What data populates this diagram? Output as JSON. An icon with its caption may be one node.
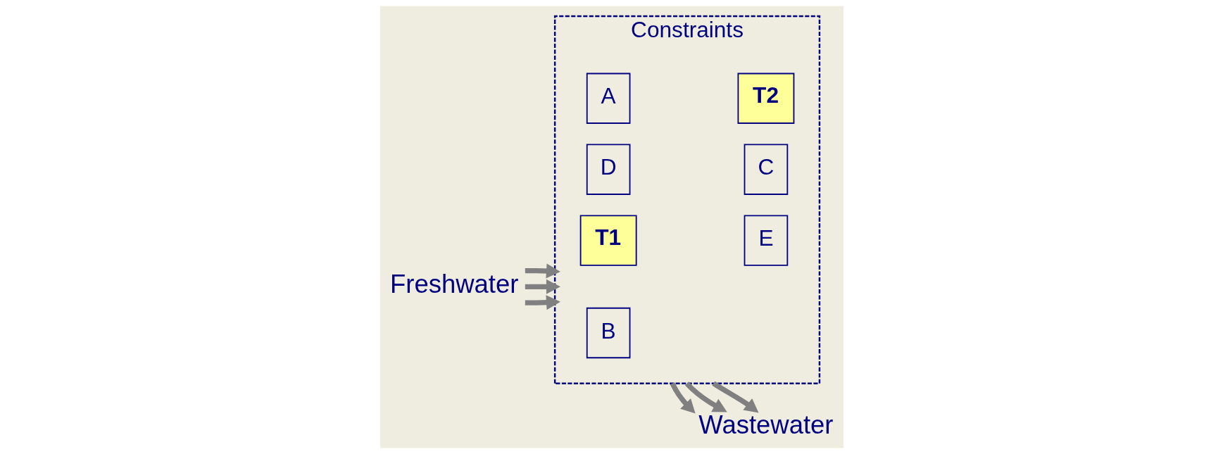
{
  "diagram": {
    "nodes": [
      {
        "text": [
          "Freshwater"
        ]
      },
      {
        "text": [
          "Constraints"
        ]
      },
      {
        "text": [
          "A"
        ],
        "in": 1
      },
      {
        "text": [
          "D"
        ],
        "in": 1
      },
      {
        "text": [
          "T1"
        ],
        "in": 1
      },
      {
        "text": [
          "B"
        ],
        "in": 1
      },
      {
        "text": [
          "T2"
        ],
        "in": 1
      },
      {
        "text": [
          "C"
        ],
        "in": 1
      },
      {
        "text": [
          "E"
        ],
        "in": 1
      },
      {
        "text": [
          "Wastewater"
        ]
      }
    ],
    "edges": [
      {
        "from": 0,
        "to": 1,
        "arrow": "to"
      },
      {
        "from": 0,
        "to": 1,
        "arrow": "to"
      },
      {
        "from": 0,
        "to": 1,
        "arrow": "to"
      },
      {
        "from": 1,
        "to": 9,
        "arrow": "to"
      },
      {
        "from": 1,
        "to": 9,
        "arrow": "to"
      },
      {
        "from": 1,
        "to": 9,
        "arrow": "to"
      }
    ]
  }
}
